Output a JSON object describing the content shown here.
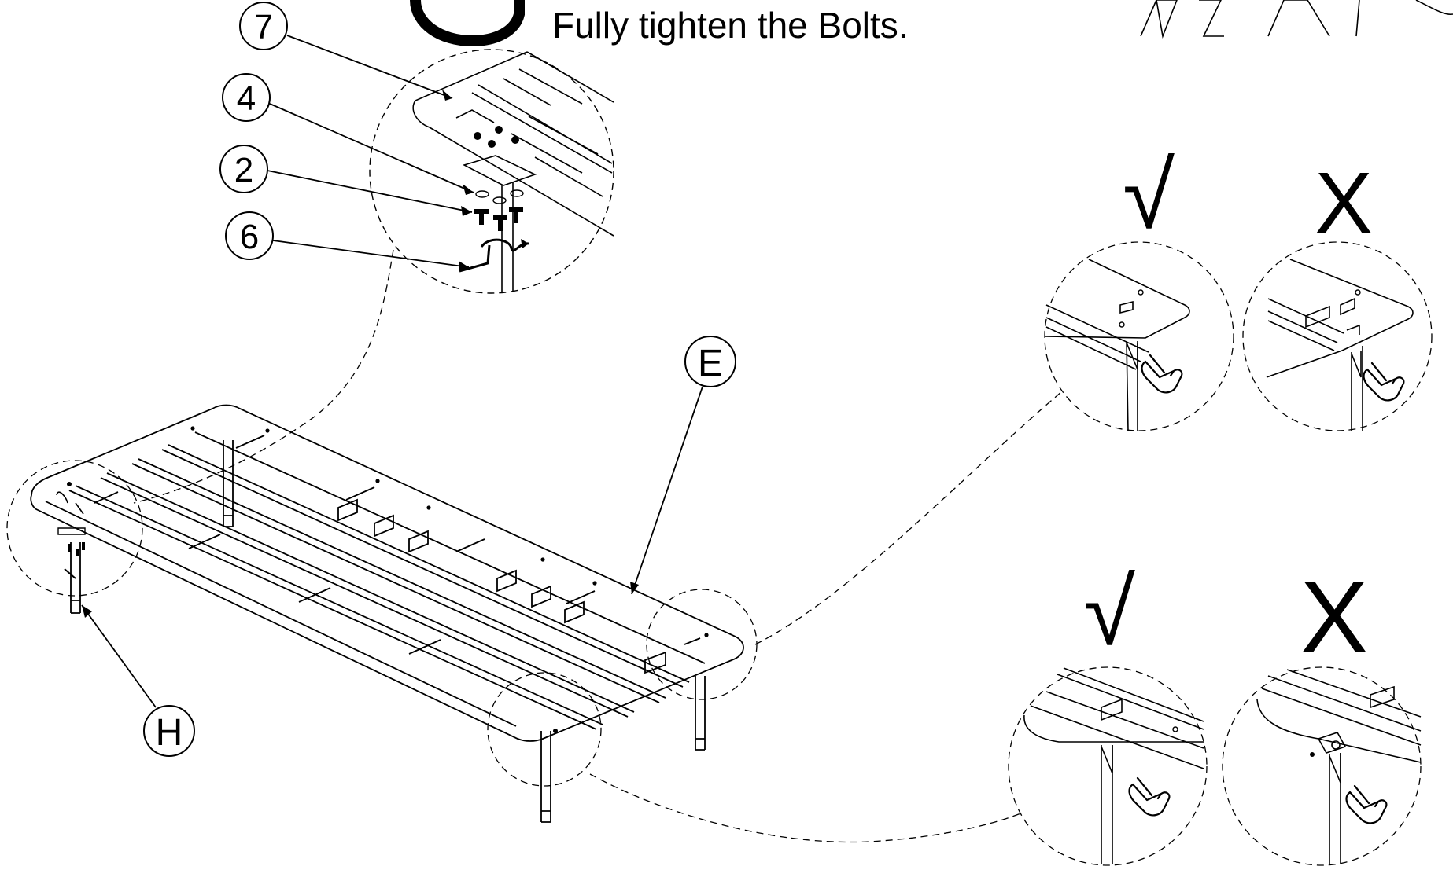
{
  "instruction": "Fully tighten the Bolts.",
  "callouts": [
    {
      "id": "7",
      "label": "7"
    },
    {
      "id": "4",
      "label": "4"
    },
    {
      "id": "2",
      "label": "2"
    },
    {
      "id": "6",
      "label": "6"
    },
    {
      "id": "E",
      "label": "E"
    },
    {
      "id": "H",
      "label": "H"
    }
  ],
  "marks": {
    "correct_upper": "√",
    "wrong_upper": "X",
    "correct_lower": "√",
    "wrong_lower": "X"
  }
}
